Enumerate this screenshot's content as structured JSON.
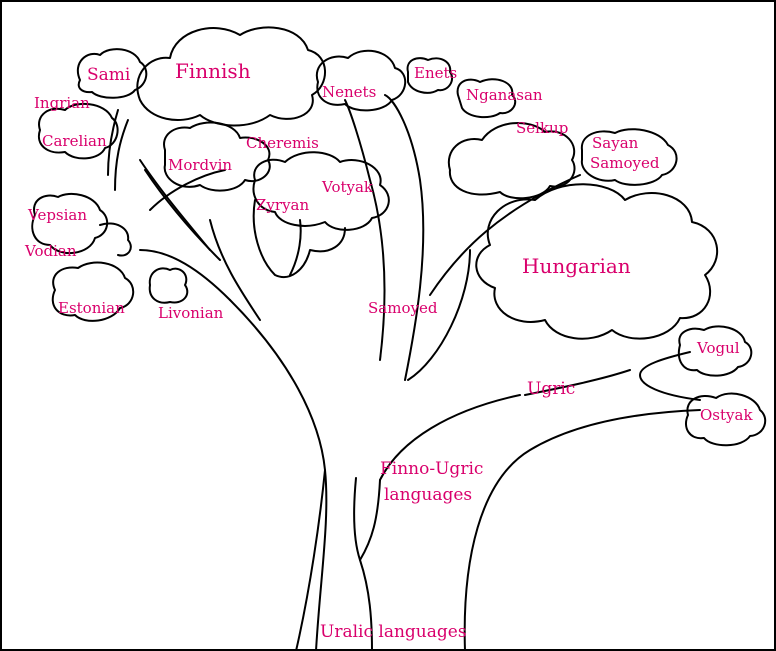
{
  "colors": {
    "label": "#d9006c",
    "outline": "#000000",
    "background": "#ffffff"
  },
  "diagram": {
    "type": "language-family-tree",
    "labels": {
      "sami": "Sami",
      "finnish": "Finnish",
      "ingrian": "Ingrian",
      "carelian": "Carelian",
      "mordvin": "Mordvin",
      "cheremis": "Cheremis",
      "vepsian": "Vepsian",
      "vodian": "Vodian",
      "estonian": "Estonian",
      "livonian": "Livonian",
      "zyryan": "Zyryan",
      "votyak": "Votyak",
      "nenets": "Nenets",
      "enets": "Enets",
      "nganasan": "Nganasan",
      "selkup": "Selkup",
      "sayan_line1": "Sayan",
      "sayan_line2": "Samoyed",
      "hungarian": "Hungarian",
      "samoyed": "Samoyed",
      "vogul": "Vogul",
      "ostyak": "Ostyak",
      "ugric": "Ugric",
      "finno_ugric_line1": "Finno-Ugric",
      "finno_ugric_line2": "languages",
      "uralic": "Uralic languages"
    }
  }
}
